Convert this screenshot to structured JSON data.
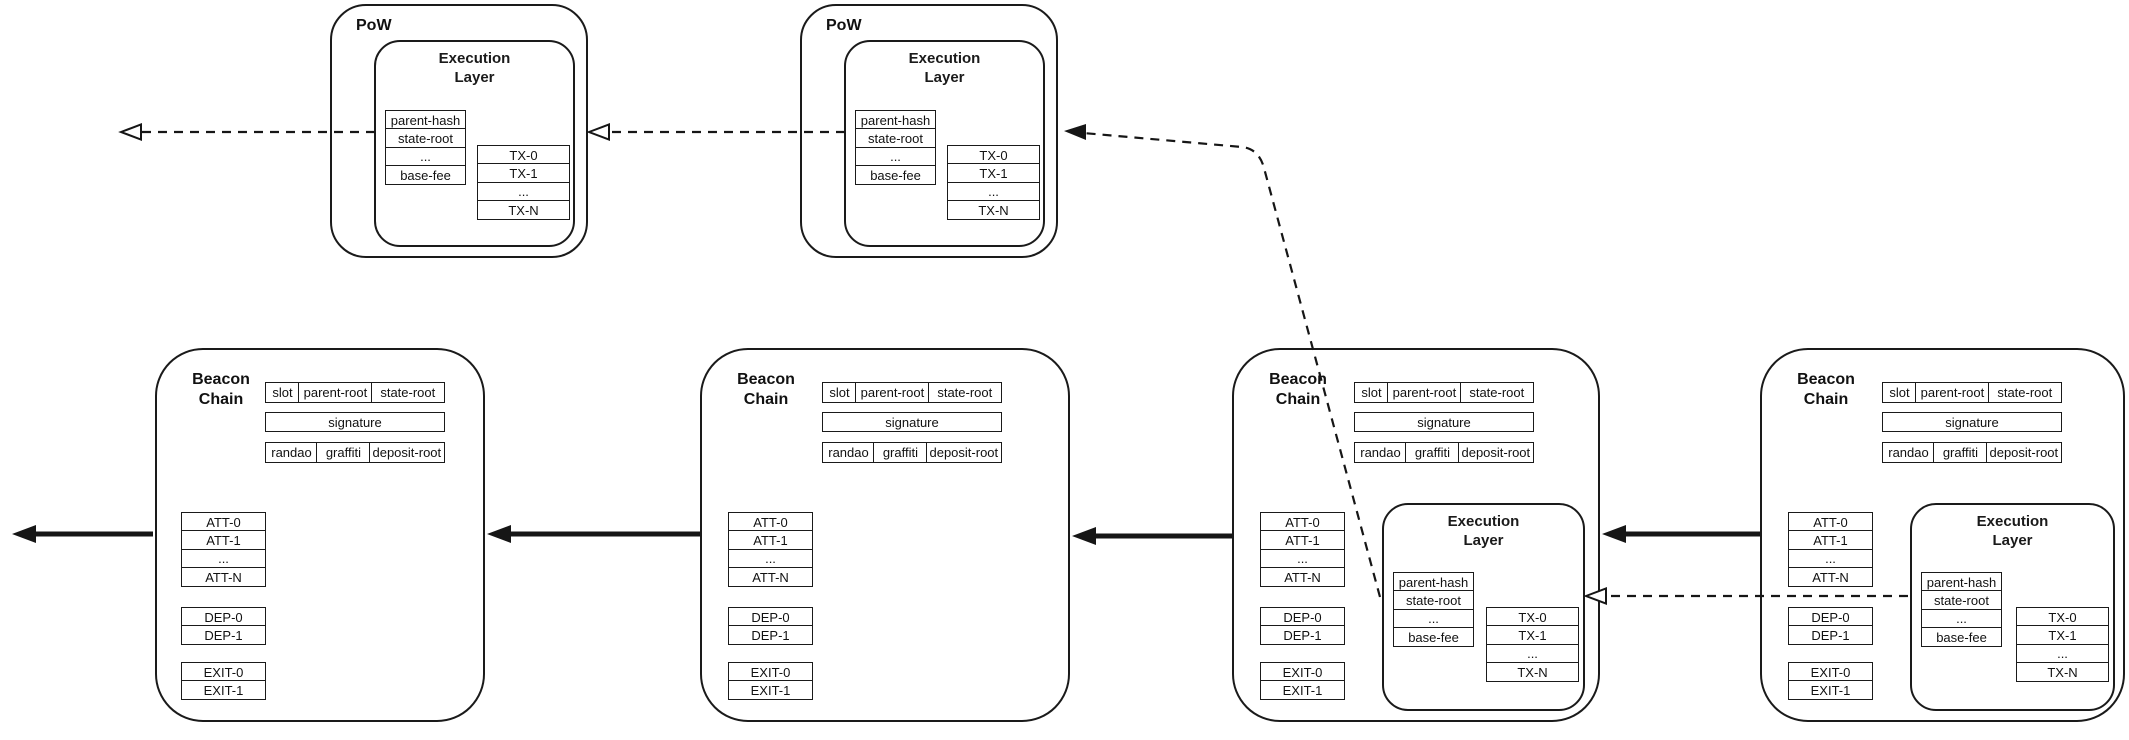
{
  "colors": {
    "stroke": "#1a1a1a",
    "background": "#ffffff"
  },
  "pow_blocks": [
    {
      "title": "PoW",
      "el": {
        "title_line1": "Execution",
        "title_line2": "Layer",
        "header_fields": [
          "parent-hash",
          "state-root",
          "...",
          "base-fee"
        ],
        "tx_fields": [
          "TX-0",
          "TX-1",
          "...",
          "TX-N"
        ]
      }
    },
    {
      "title": "PoW",
      "el": {
        "title_line1": "Execution",
        "title_line2": "Layer",
        "header_fields": [
          "parent-hash",
          "state-root",
          "...",
          "base-fee"
        ],
        "tx_fields": [
          "TX-0",
          "TX-1",
          "...",
          "TX-N"
        ]
      }
    }
  ],
  "beacon_blocks": [
    {
      "title_line1": "Beacon",
      "title_line2": "Chain",
      "slot_row": [
        "slot",
        "parent-root",
        "state-root"
      ],
      "signature_label": "signature",
      "randao_row": [
        "randao",
        "graffiti",
        "deposit-root"
      ],
      "att_fields": [
        "ATT-0",
        "ATT-1",
        "...",
        "ATT-N"
      ],
      "dep_fields": [
        "DEP-0",
        "DEP-1"
      ],
      "exit_fields": [
        "EXIT-0",
        "EXIT-1"
      ]
    },
    {
      "title_line1": "Beacon",
      "title_line2": "Chain",
      "slot_row": [
        "slot",
        "parent-root",
        "state-root"
      ],
      "signature_label": "signature",
      "randao_row": [
        "randao",
        "graffiti",
        "deposit-root"
      ],
      "att_fields": [
        "ATT-0",
        "ATT-1",
        "...",
        "ATT-N"
      ],
      "dep_fields": [
        "DEP-0",
        "DEP-1"
      ],
      "exit_fields": [
        "EXIT-0",
        "EXIT-1"
      ]
    },
    {
      "title_line1": "Beacon",
      "title_line2": "Chain",
      "slot_row": [
        "slot",
        "parent-root",
        "state-root"
      ],
      "signature_label": "signature",
      "randao_row": [
        "randao",
        "graffiti",
        "deposit-root"
      ],
      "att_fields": [
        "ATT-0",
        "ATT-1",
        "...",
        "ATT-N"
      ],
      "dep_fields": [
        "DEP-0",
        "DEP-1"
      ],
      "exit_fields": [
        "EXIT-0",
        "EXIT-1"
      ],
      "el": {
        "title_line1": "Execution",
        "title_line2": "Layer",
        "header_fields": [
          "parent-hash",
          "state-root",
          "...",
          "base-fee"
        ],
        "tx_fields": [
          "TX-0",
          "TX-1",
          "...",
          "TX-N"
        ]
      }
    },
    {
      "title_line1": "Beacon",
      "title_line2": "Chain",
      "slot_row": [
        "slot",
        "parent-root",
        "state-root"
      ],
      "signature_label": "signature",
      "randao_row": [
        "randao",
        "graffiti",
        "deposit-root"
      ],
      "att_fields": [
        "ATT-0",
        "ATT-1",
        "...",
        "ATT-N"
      ],
      "dep_fields": [
        "DEP-0",
        "DEP-1"
      ],
      "exit_fields": [
        "EXIT-0",
        "EXIT-1"
      ],
      "el": {
        "title_line1": "Execution",
        "title_line2": "Layer",
        "header_fields": [
          "parent-hash",
          "state-root",
          "...",
          "base-fee"
        ],
        "tx_fields": [
          "TX-0",
          "TX-1",
          "...",
          "TX-N"
        ]
      }
    }
  ],
  "links": [
    {
      "type": "beacon-chain-parent",
      "style": "solid-thick-arrow",
      "from": "beacon-block-1",
      "to": "off-canvas-left"
    },
    {
      "type": "beacon-chain-parent",
      "style": "solid-thick-arrow",
      "from": "beacon-block-2",
      "to": "beacon-block-1"
    },
    {
      "type": "beacon-chain-parent",
      "style": "solid-thick-arrow",
      "from": "beacon-block-3",
      "to": "beacon-block-2"
    },
    {
      "type": "beacon-chain-parent",
      "style": "solid-thick-arrow",
      "from": "beacon-block-4",
      "to": "beacon-block-3"
    },
    {
      "type": "execution-parent-hash",
      "style": "dashed-hollow-arrow",
      "from": "pow-block-1-execution-layer",
      "to": "off-canvas-left"
    },
    {
      "type": "execution-parent-hash",
      "style": "dashed-hollow-arrow",
      "from": "pow-block-2-execution-layer",
      "to": "pow-block-1"
    },
    {
      "type": "execution-parent-hash",
      "style": "dashed-solid-arrow",
      "from": "beacon-block-3-execution-layer",
      "to": "pow-block-2"
    },
    {
      "type": "execution-parent-hash",
      "style": "dashed-hollow-arrow",
      "from": "beacon-block-4-execution-layer",
      "to": "beacon-block-3-execution-layer"
    }
  ]
}
